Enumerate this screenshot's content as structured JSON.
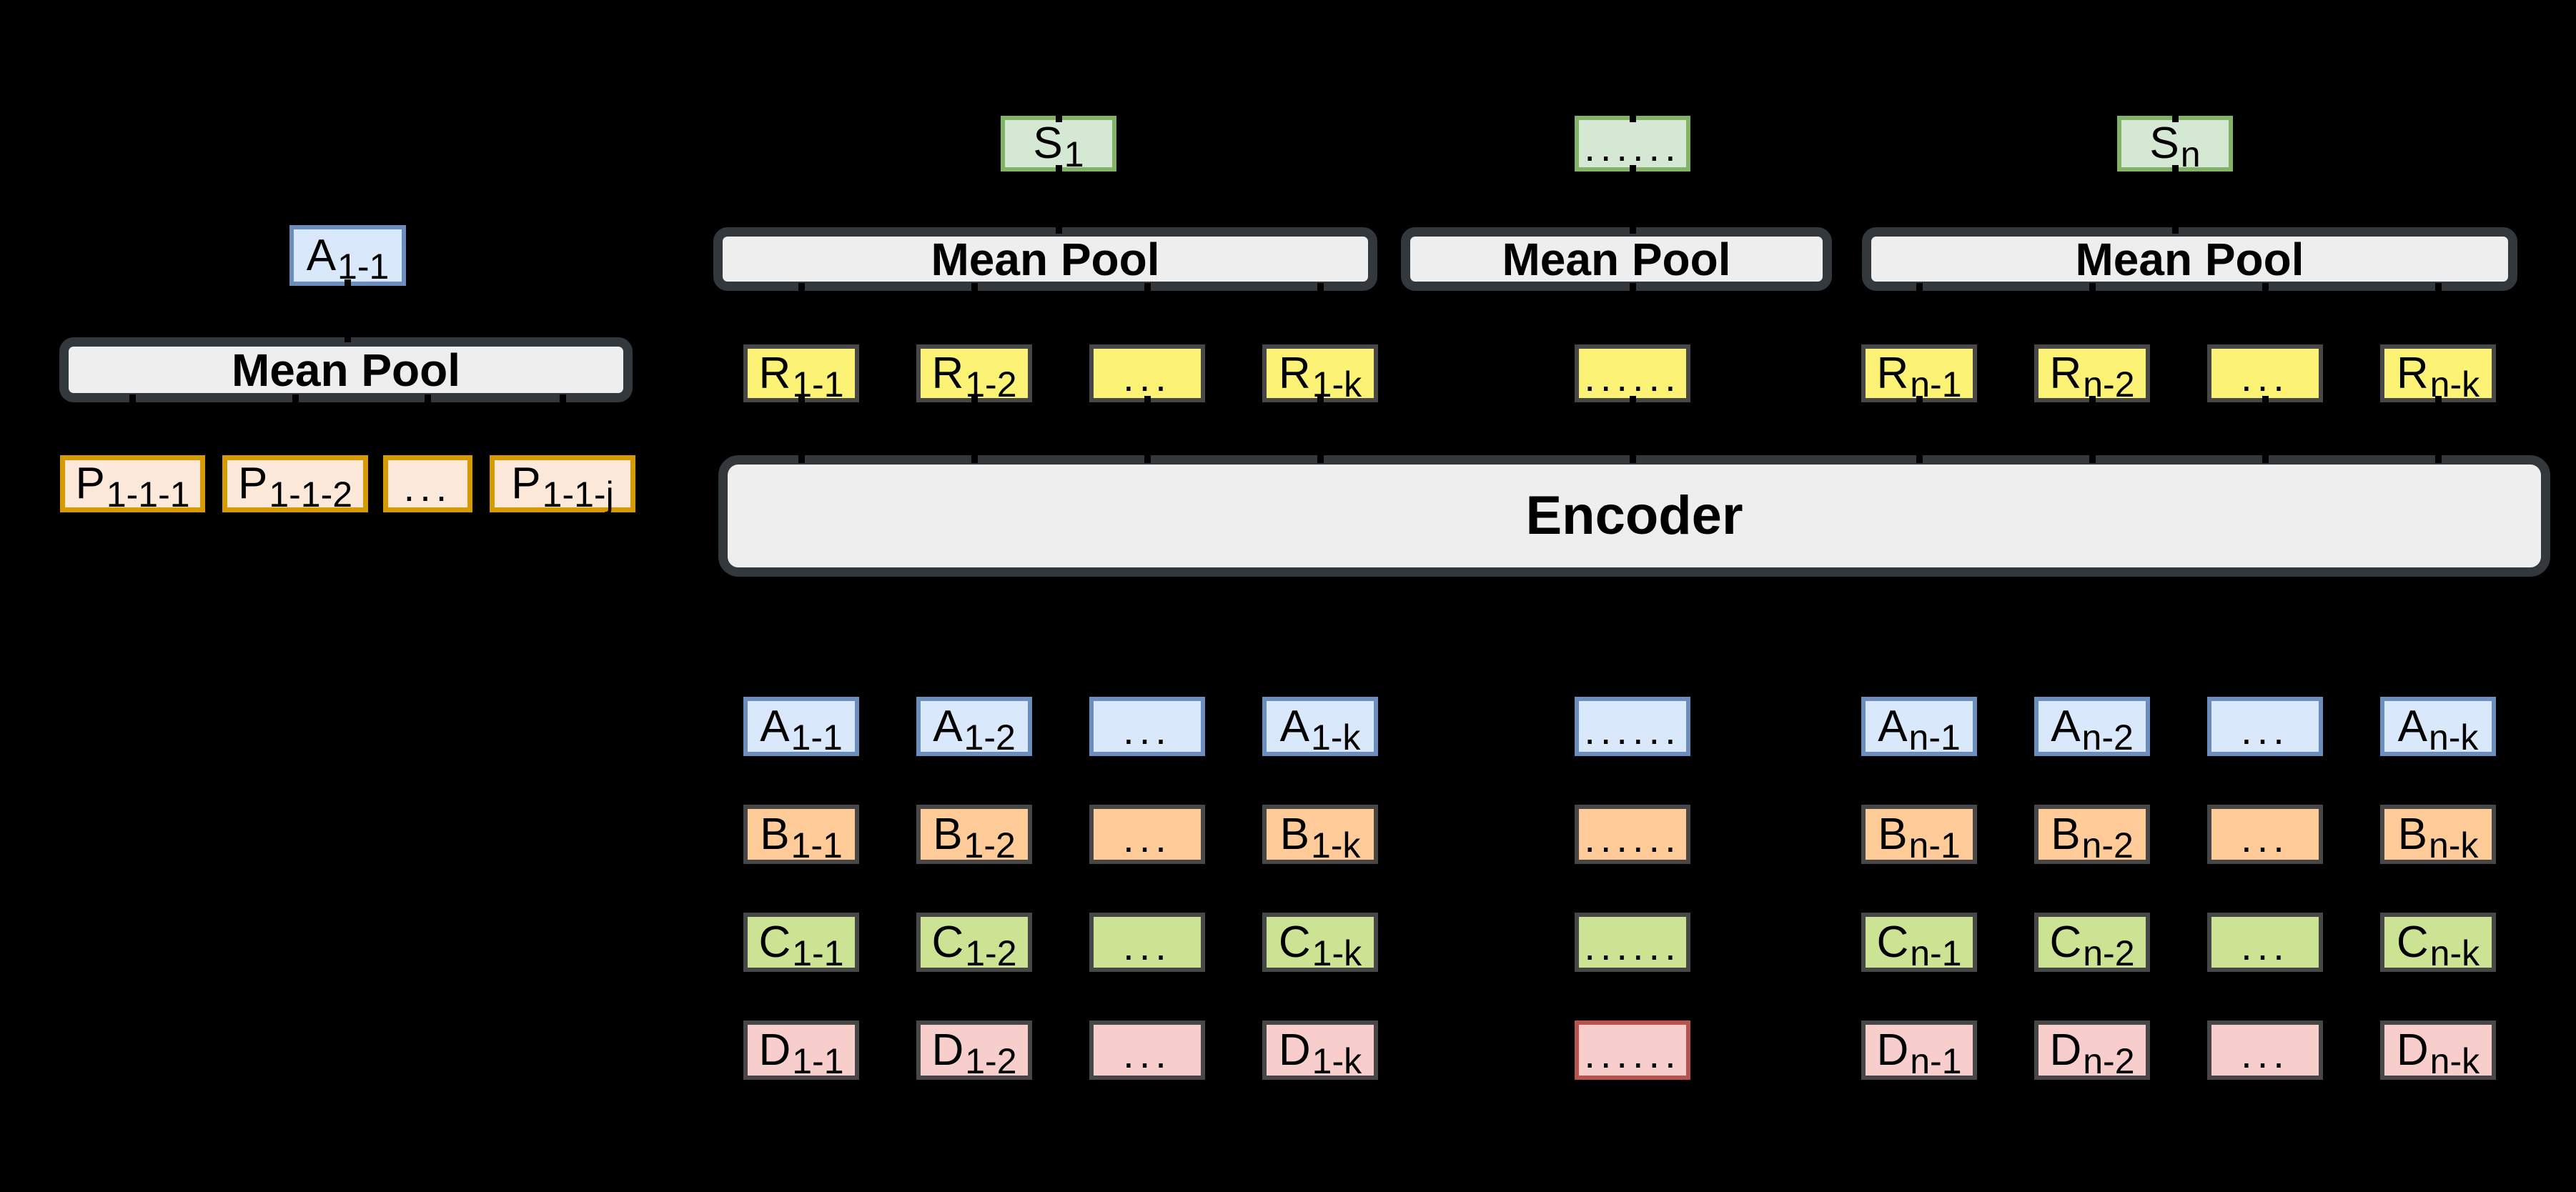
{
  "palette": {
    "background": "#000000",
    "bar_fill": "#eeeeee",
    "bar_border": "#33383d",
    "blue_fill": "#dae8fc",
    "blue_border": "#6c8ebf",
    "orange_fill": "#ffcc99",
    "peach_fill": "#fce9d9",
    "peach_border": "#d79b00",
    "green_fill": "#cde394",
    "sgreen_fill": "#d5e8d4",
    "sgreen_border": "#82b366",
    "pink_fill": "#f8cecc",
    "pink_border_special": "#b85450",
    "yellow_fill": "#fbf276",
    "dark_border": "#474747",
    "text": "#000000"
  },
  "left_panel": {
    "pooled_box": {
      "main": "A",
      "sub": "1-1"
    },
    "pool_label": "Mean Pool",
    "inputs": [
      {
        "main": "P",
        "sub": "1-1-1"
      },
      {
        "main": "P",
        "sub": "1-1-2"
      },
      {
        "dots": "..."
      },
      {
        "main": "P",
        "sub": "1-1-j"
      }
    ]
  },
  "top": {
    "sentence_boxes": [
      {
        "main": "S",
        "sub": "1"
      },
      {
        "dots": "......"
      },
      {
        "main": "S",
        "sub": "n"
      }
    ],
    "pool_labels": [
      "Mean Pool",
      "Mean Pool",
      "Mean Pool"
    ],
    "r_row": [
      {
        "main": "R",
        "sub": "1-1"
      },
      {
        "main": "R",
        "sub": "1-2"
      },
      {
        "dots": "..."
      },
      {
        "main": "R",
        "sub": "1-k"
      },
      {
        "dots": "......"
      },
      {
        "main": "R",
        "sub": "n-1"
      },
      {
        "main": "R",
        "sub": "n-2"
      },
      {
        "dots": "..."
      },
      {
        "main": "R",
        "sub": "n-k"
      }
    ]
  },
  "encoder_label": "Encoder",
  "grid": {
    "rows": [
      {
        "name": "A",
        "cells": [
          {
            "main": "A",
            "sub": "1-1"
          },
          {
            "main": "A",
            "sub": "1-2"
          },
          {
            "dots": "..."
          },
          {
            "main": "A",
            "sub": "1-k"
          },
          {
            "dots": "......"
          },
          {
            "main": "A",
            "sub": "n-1"
          },
          {
            "main": "A",
            "sub": "n-2"
          },
          {
            "dots": "..."
          },
          {
            "main": "A",
            "sub": "n-k"
          }
        ]
      },
      {
        "name": "B",
        "cells": [
          {
            "main": "B",
            "sub": "1-1"
          },
          {
            "main": "B",
            "sub": "1-2"
          },
          {
            "dots": "..."
          },
          {
            "main": "B",
            "sub": "1-k"
          },
          {
            "dots": "......"
          },
          {
            "main": "B",
            "sub": "n-1"
          },
          {
            "main": "B",
            "sub": "n-2"
          },
          {
            "dots": "..."
          },
          {
            "main": "B",
            "sub": "n-k"
          }
        ]
      },
      {
        "name": "C",
        "cells": [
          {
            "main": "C",
            "sub": "1-1"
          },
          {
            "main": "C",
            "sub": "1-2"
          },
          {
            "dots": "..."
          },
          {
            "main": "C",
            "sub": "1-k"
          },
          {
            "dots": "......"
          },
          {
            "main": "C",
            "sub": "n-1"
          },
          {
            "main": "C",
            "sub": "n-2"
          },
          {
            "dots": "..."
          },
          {
            "main": "C",
            "sub": "n-k"
          }
        ]
      },
      {
        "name": "D",
        "cells": [
          {
            "main": "D",
            "sub": "1-1"
          },
          {
            "main": "D",
            "sub": "1-2"
          },
          {
            "dots": "..."
          },
          {
            "main": "D",
            "sub": "1-k"
          },
          {
            "dots": "......"
          },
          {
            "main": "D",
            "sub": "n-1"
          },
          {
            "main": "D",
            "sub": "n-2"
          },
          {
            "dots": "..."
          },
          {
            "main": "D",
            "sub": "n-k"
          }
        ]
      }
    ]
  }
}
